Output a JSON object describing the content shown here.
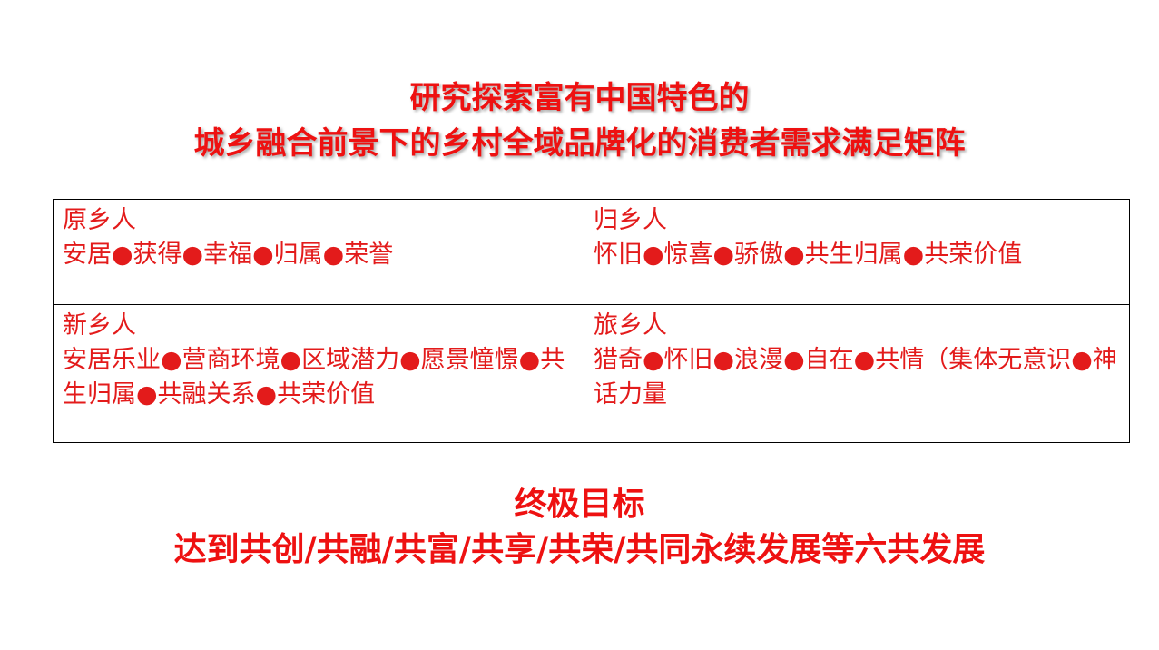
{
  "title": {
    "line1": "研究探索富有中国特色的",
    "line2": "城乡融合前景下的乡村全域品牌化的消费者需求满足矩阵"
  },
  "matrix": {
    "cells": [
      {
        "heading": "原乡人",
        "body": "安居●获得●幸福●归属●荣誉"
      },
      {
        "heading": "归乡人",
        "body": "怀旧●惊喜●骄傲●共生归属●共荣价值"
      },
      {
        "heading": "新乡人",
        "body": "安居乐业●营商环境●区域潜力●愿景憧憬●共生归属●共融关系●共荣价值"
      },
      {
        "heading": "旅乡人",
        "body": "猎奇●怀旧●浪漫●自在●共情（集体无意识●神话力量"
      }
    ]
  },
  "goal": {
    "heading": "终极目标",
    "text": "达到共创/共融/共富/共享/共荣/共同永续发展等六共发展"
  },
  "colors": {
    "accent": "#ee1111",
    "cell_text": "#e31b1b",
    "border": "#000000"
  }
}
